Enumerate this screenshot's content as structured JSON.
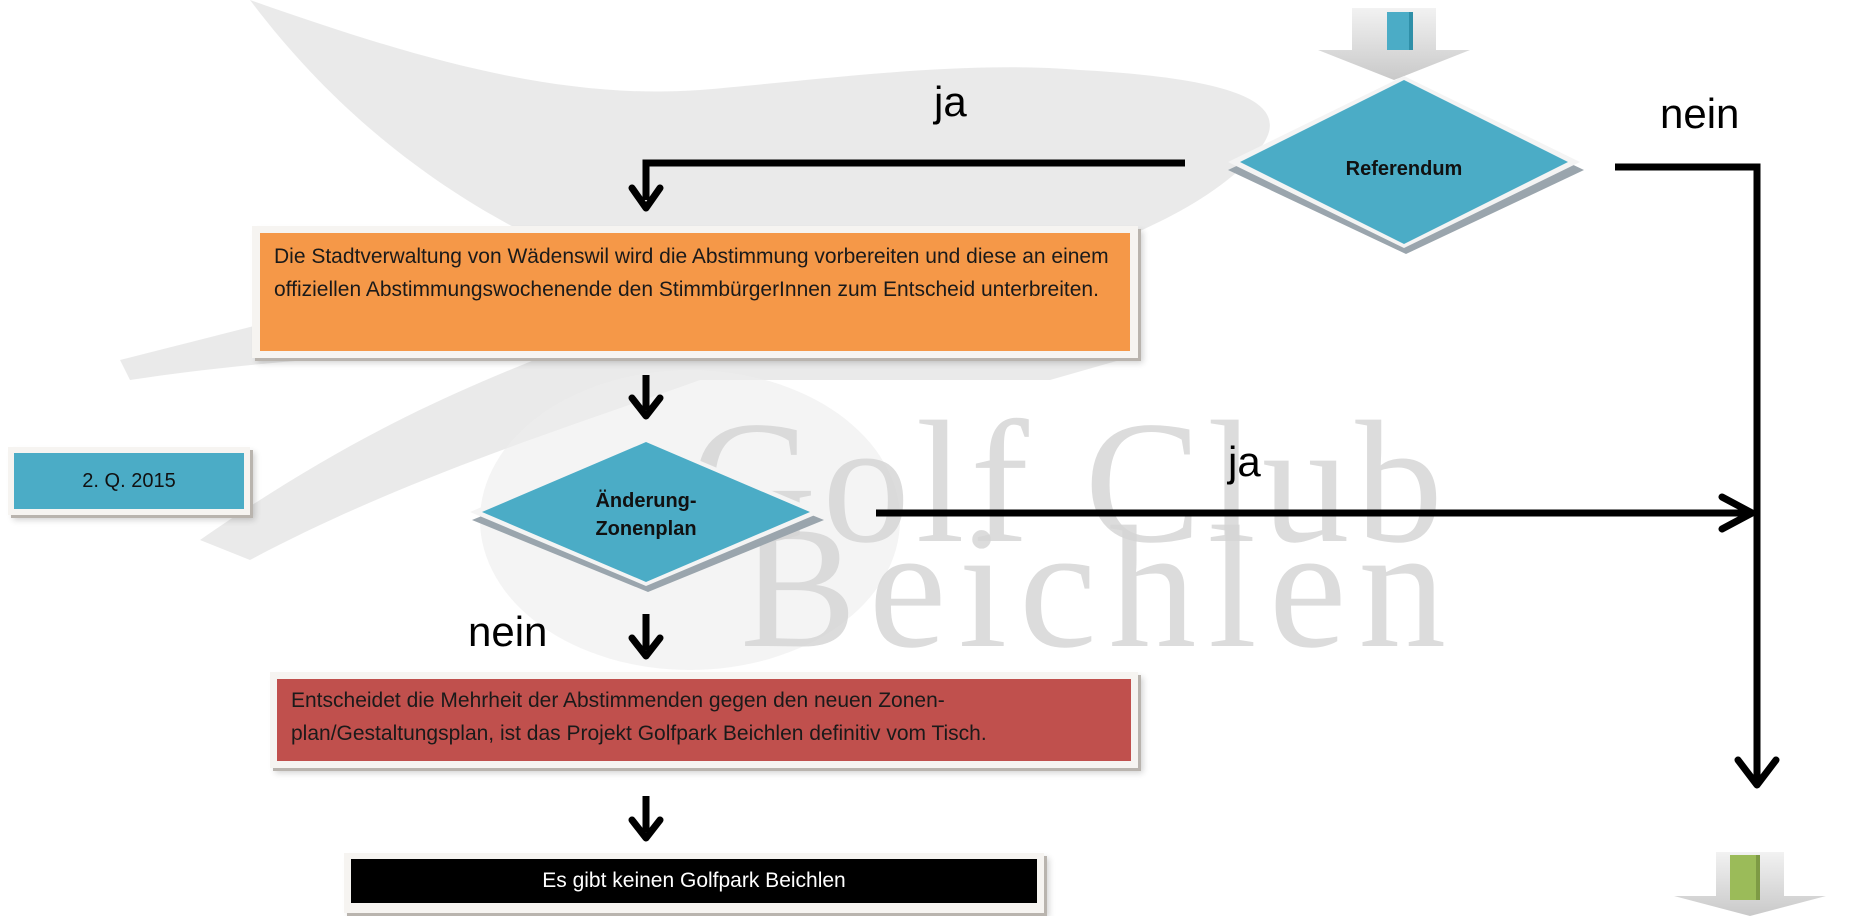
{
  "decision_referendum": "Referendum",
  "decision_zonenplan": "Änderung-\nZonenplan",
  "box_orange": "Die Stadtverwaltung von Wädenswil wird die Abstimmung vorbereiten und diese an einem offiziellen Abstimmungswochenende den StimmbürgerInnen zum Entscheid unterbreiten.",
  "box_red": "Entscheidet die Mehrheit der Abstimmenden gegen den neuen Zonen-plan/Gestaltungsplan, ist das Projekt Golfpark  Beichlen definitiv vom Tisch.",
  "box_black": "Es gibt keinen Golfpark Beichlen",
  "date_label": "2. Q. 2015",
  "label_ja_top": "ja",
  "label_nein_top": "nein",
  "label_ja_mid": "ja",
  "label_nein_mid": "nein",
  "watermark_line1": "Golf Club",
  "watermark_line2": "Beichlen",
  "colors": {
    "diamond": "#4bacc6",
    "orange": "#f59848",
    "red": "#c0504d",
    "green_arrow": "#9bbb59"
  }
}
